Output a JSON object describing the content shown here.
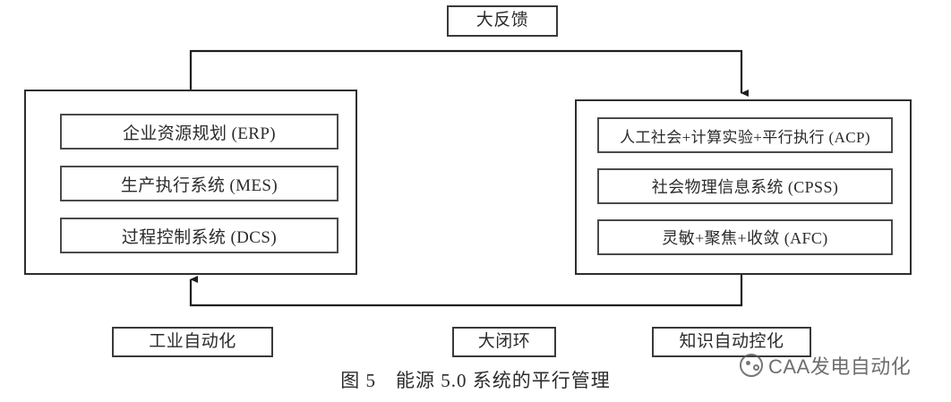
{
  "figure": {
    "caption": "图 5　能源 5.0 系统的平行管理",
    "top_node": {
      "label": "大反馈"
    },
    "left_panel": {
      "name": "industrial-automation-stack",
      "items": [
        {
          "label": "企业资源规划 (ERP)"
        },
        {
          "label": "生产执行系统 (MES)"
        },
        {
          "label": "过程控制系统 (DCS)"
        }
      ]
    },
    "right_panel": {
      "name": "knowledge-automation-stack",
      "items": [
        {
          "label": "人工社会+计算实验+平行执行 (ACP)"
        },
        {
          "label": "社会物理信息系统 (CPSS)"
        },
        {
          "label": "灵敏+聚焦+收敛 (AFC)"
        }
      ]
    },
    "bottom_nodes": [
      {
        "label": "工业自动化"
      },
      {
        "label": "大闭环"
      },
      {
        "label": "知识自动控化"
      }
    ],
    "connectors": [
      {
        "name": "left-to-right-top",
        "direction": "down-into-right-panel"
      },
      {
        "name": "right-to-left-bottom",
        "direction": "up-into-left-panel"
      }
    ],
    "colors": {
      "background": "#ffffff",
      "box_border": "#3a3a3a",
      "panel_border": "#2e2e2e",
      "text": "#2b2b2b",
      "connector": "#1f1f1f",
      "watermark": "#4f4f4f"
    }
  },
  "watermark": {
    "text": "CAA发电自动化",
    "logo": "caa-circle-logo"
  }
}
